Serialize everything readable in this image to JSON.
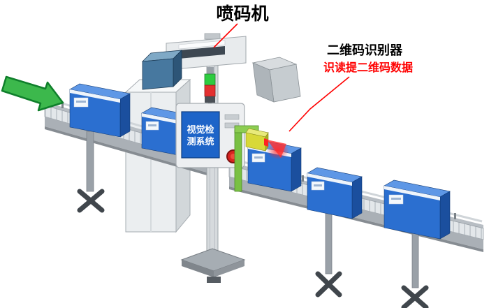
{
  "diagram": {
    "title": "喷码机",
    "qr_reader_label": "二维码识别器",
    "qr_reader_desc": "识读提二维码数据",
    "screen_line1": "视觉检",
    "screen_line2": "测系统"
  },
  "colors": {
    "box_blue_front": "#2b6fd0",
    "box_blue_side": "#1b4f9e",
    "box_blue_top": "#5e97e6",
    "accent_red": "#ff0000",
    "arrow_green": "#3cb84c",
    "bracket_green": "#79c043",
    "sensor_yellow": "#d8d838",
    "screen_blue": "#1d64c8",
    "estop_red": "#d8231f",
    "signal_green": "#2ecc40",
    "signal_red": "#e33030",
    "printhead_blue": "#47789f",
    "conveyor_gray": "#aab0b6"
  }
}
